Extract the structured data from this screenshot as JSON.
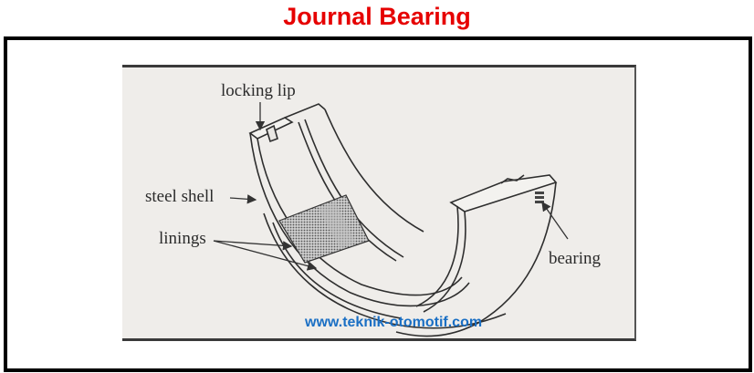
{
  "title": "Journal Bearing",
  "diagram": {
    "labels": {
      "locking_lip": "locking lip",
      "steel_shell": "steel shell",
      "linings": "linings",
      "bearing": "bearing"
    }
  },
  "watermark": "www.teknik-otomotif.com",
  "colors": {
    "title": "#e60000",
    "watermark": "#1a6fc4",
    "frame": "#000000",
    "scan_background": "#efedea"
  }
}
